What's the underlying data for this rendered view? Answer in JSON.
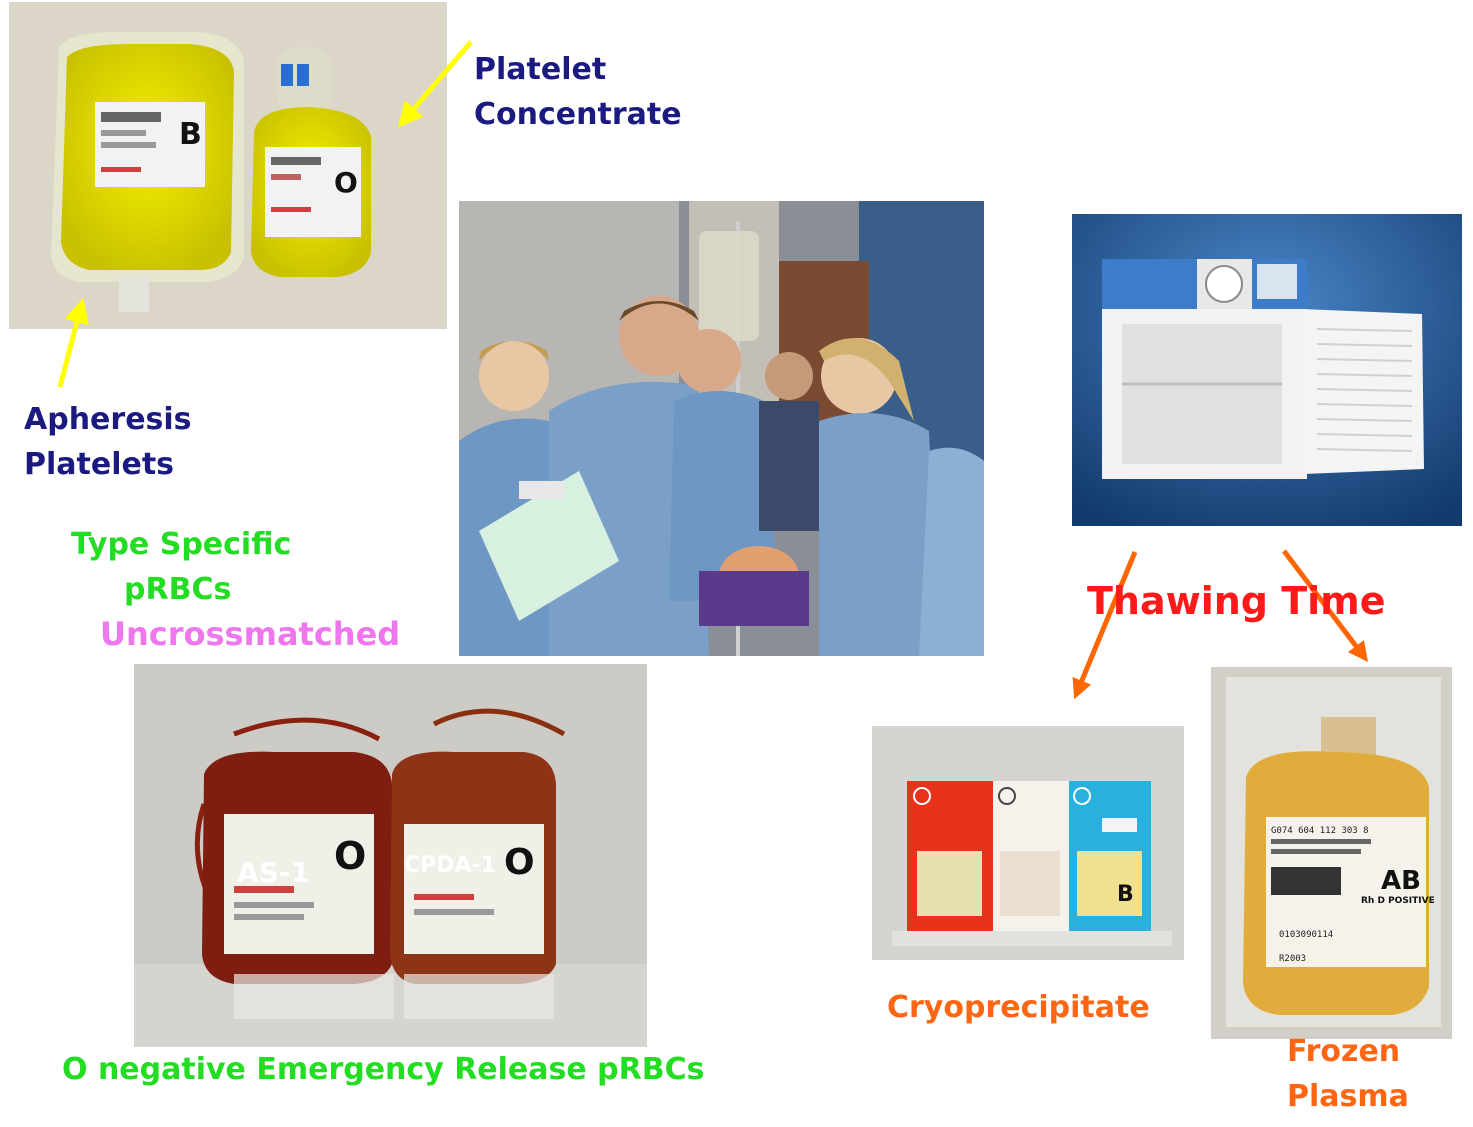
{
  "labels": {
    "platelet_concentrate": [
      "Platelet",
      "Concentrate"
    ],
    "apheresis_platelets": [
      "Apheresis",
      "Platelets"
    ],
    "type_specific": [
      "Type Specific",
      "pRBCs"
    ],
    "uncrossmatched": "Uncrossmatched",
    "o_negative": "O negative Emergency Release pRBCs",
    "thawing_time": "Thawing Time",
    "cryoprecipitate": "Cryoprecipitate",
    "frozen_plasma": [
      "Frozen",
      "Plasma"
    ],
    "as1": "AS-1",
    "cpda1": "CPDA-1"
  },
  "bag_marks": {
    "platelet_left": "B",
    "platelet_right": "O",
    "prbc_left": "O",
    "prbc_right": "O",
    "cryo_right": "B",
    "plasma_group": "AB",
    "plasma_rh": "Rh D POSITIVE",
    "plasma_code": "G074 604 112 303 8",
    "plasma_number": "0103090114",
    "plasma_ref": "R2003"
  },
  "colors": {
    "navy_label": "#1a1a80",
    "green_label": "#22dd22",
    "pink_label": "#ee77ee",
    "orange_label": "#ff6611",
    "red_label": "#ff1a1a",
    "yellow_arrow": "#ffff00",
    "orange_arrow": "#ff6600"
  }
}
